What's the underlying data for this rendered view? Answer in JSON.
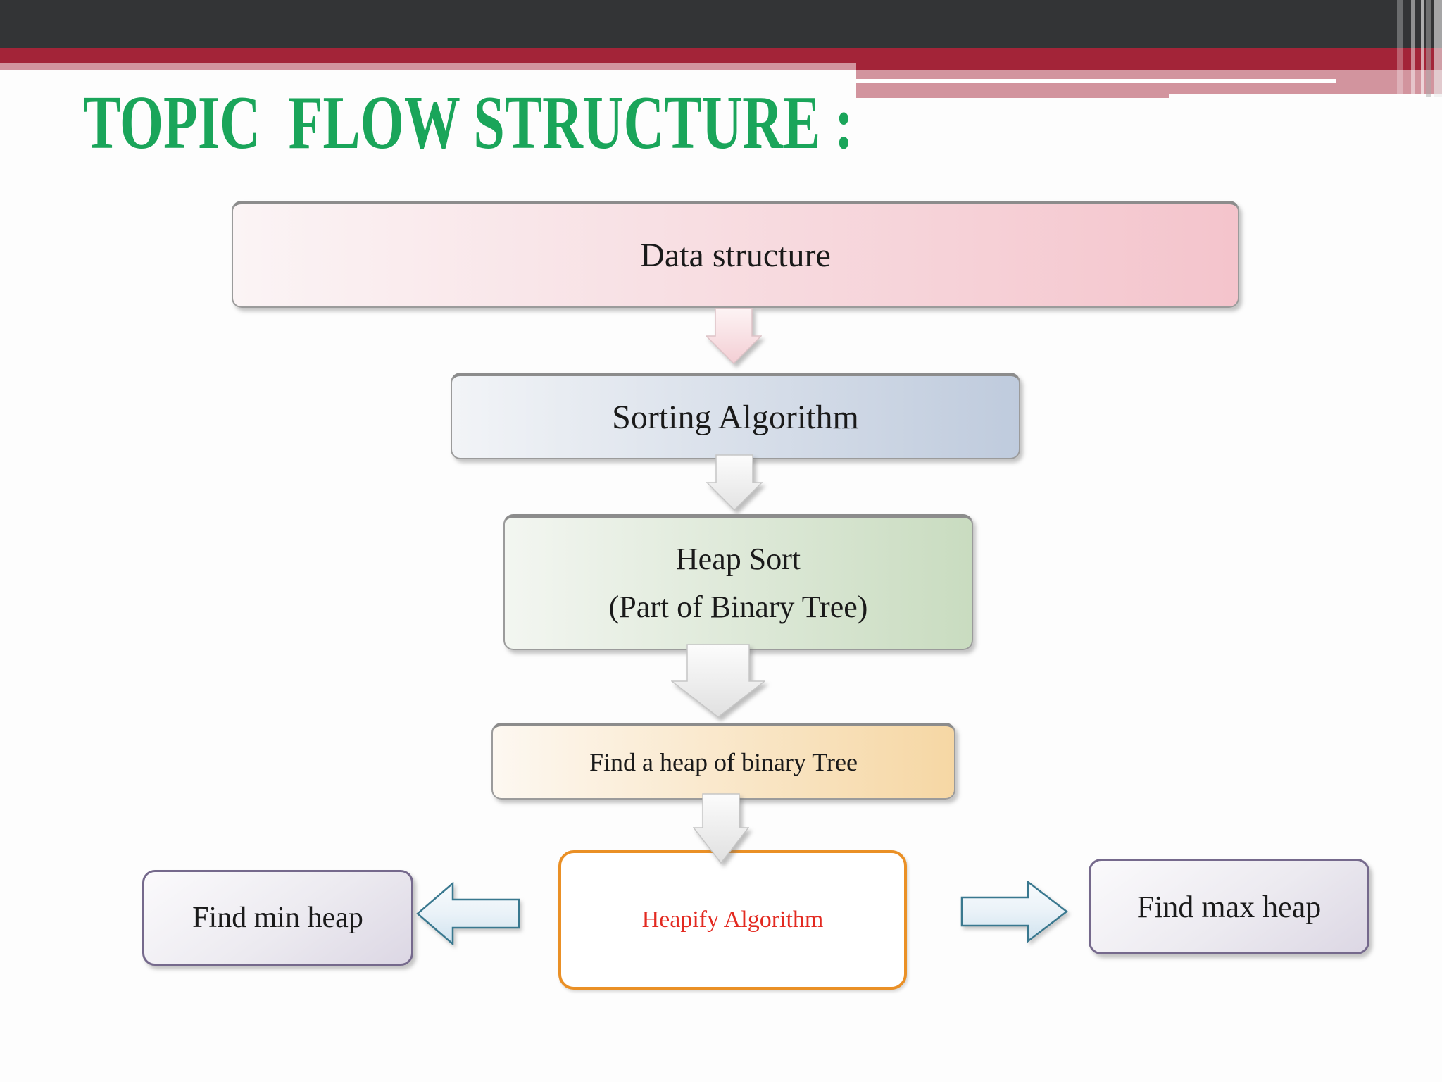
{
  "title": {
    "text": "TOPIC  FLOW STRUCTURE :"
  },
  "nodes": {
    "data_structure": {
      "label": "Data structure"
    },
    "sorting_algorithm": {
      "label": "Sorting Algorithm"
    },
    "heap_sort": {
      "line1": "Heap Sort",
      "line2": "(Part of Binary Tree)"
    },
    "find_heap": {
      "label": "Find a heap of binary Tree"
    },
    "heapify": {
      "label": "Heapify Algorithm"
    },
    "find_min": {
      "label": "Find min heap"
    },
    "find_max": {
      "label": "Find max heap"
    }
  },
  "icons": {
    "down_arrow": "down-arrow-icon",
    "left_arrow": "left-arrow-icon",
    "right_arrow": "right-arrow-icon"
  },
  "colors": {
    "title_green": "#1aa55a",
    "header_dark": "#333436",
    "header_crimson": "#a32438",
    "header_pink": "#d2949e",
    "box_data_structure_pink": "#f4c4cc",
    "box_sorting_blue": "#bfcbdd",
    "box_heap_sort_green": "#c9dcc0",
    "box_find_heap_orange": "#f6d7a4",
    "heapify_border_orange": "#ea9026",
    "heapify_text_red": "#e32a21",
    "minmax_border_purple": "#75698c",
    "arrow_outline_blue": "#39788f"
  }
}
